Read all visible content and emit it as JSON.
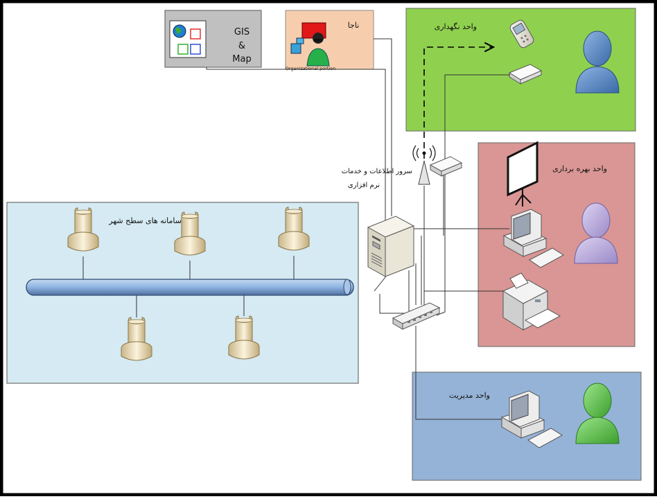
{
  "gis_box": {
    "line1": "GIS",
    "line2": "&",
    "line3": "Map"
  },
  "naja_box": {
    "title": "ناجا",
    "caption": "Organizational portion"
  },
  "maintenance_unit": {
    "title": "واحد نگهداری"
  },
  "operation_unit": {
    "title": "واحد بهره برداری"
  },
  "management_unit": {
    "title": "واحد مدیریت"
  },
  "city_systems": {
    "title": "سامانه های سطح شهر"
  },
  "server": {
    "label_line1": "سرور اطلاعات و خدمات",
    "label_line2": "نرم افزاری"
  },
  "colors": {
    "gis_fill": "#c0c0c0",
    "naja_fill": "#f6ceae",
    "maintenance_fill": "#8fd14f",
    "operation_fill": "#d99694",
    "management_fill": "#95b3d7",
    "city_fill": "#d5eaf2",
    "pipe_fill": "#8db3e2",
    "user_blue": "#4f81bd",
    "user_purple": "#b4a7d6",
    "user_green": "#5cc04a"
  }
}
